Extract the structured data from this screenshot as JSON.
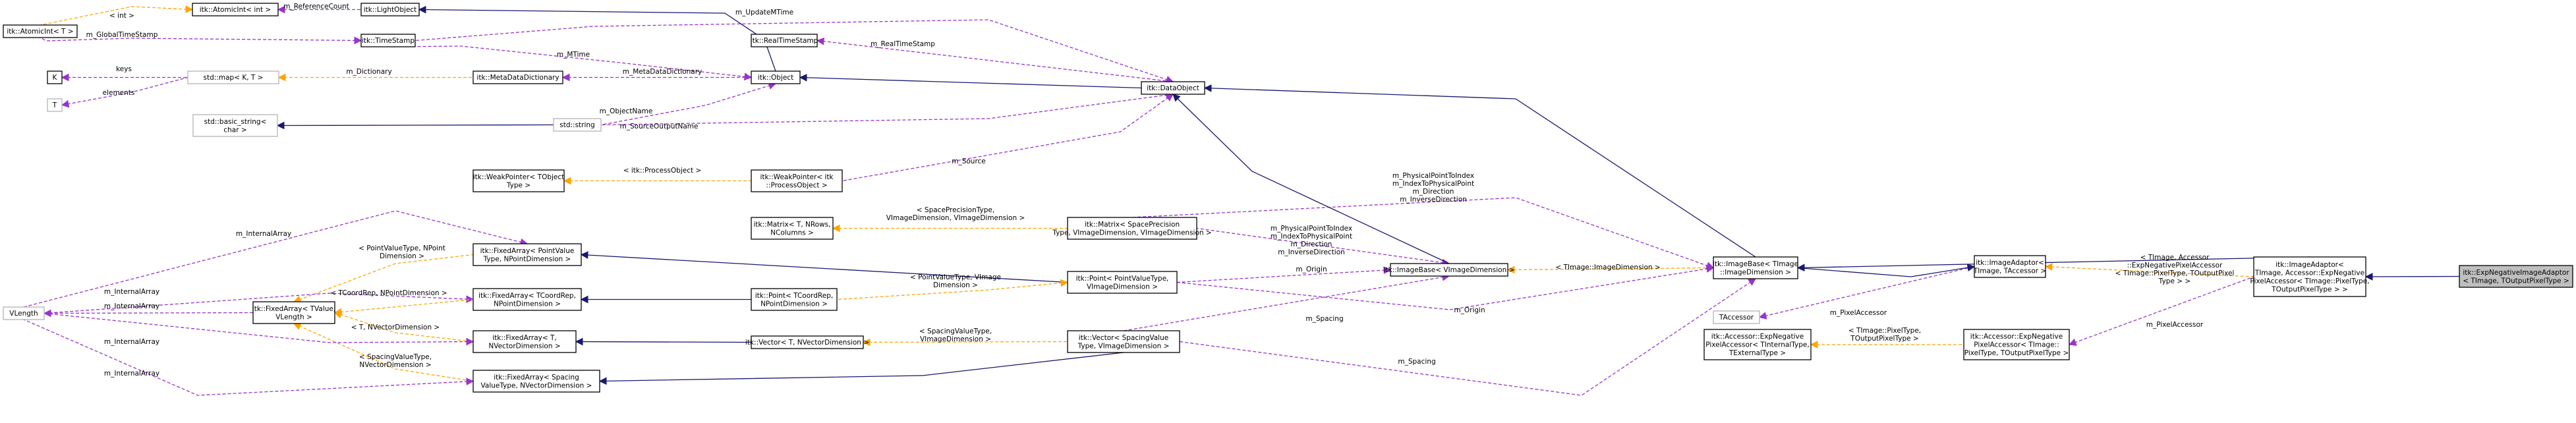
{
  "nodes": [
    {
      "id": "atomicint_int",
      "lines": [
        "itk::AtomicInt< int >"
      ]
    },
    {
      "id": "atomicint_t",
      "lines": [
        "itk::AtomicInt< T >"
      ]
    },
    {
      "id": "lightobject",
      "lines": [
        "itk::LightObject"
      ]
    },
    {
      "id": "timestamp",
      "lines": [
        "itk::TimeStamp"
      ]
    },
    {
      "id": "realtimestamp",
      "lines": [
        "itk::RealTimeStamp"
      ]
    },
    {
      "id": "k_node",
      "lines": [
        "K"
      ]
    },
    {
      "id": "t_node",
      "lines": [
        "T"
      ]
    },
    {
      "id": "std_map",
      "lines": [
        "std::map< K, T >"
      ]
    },
    {
      "id": "metadatadictionary",
      "lines": [
        "itk::MetaDataDictionary"
      ]
    },
    {
      "id": "object",
      "lines": [
        "itk::Object"
      ]
    },
    {
      "id": "dataobject",
      "lines": [
        "itk::DataObject"
      ]
    },
    {
      "id": "std_basic_string",
      "lines": [
        "std::basic_string<",
        "char >"
      ]
    },
    {
      "id": "std_string",
      "lines": [
        "std::string"
      ]
    },
    {
      "id": "weakpointer_t",
      "lines": [
        "itk::WeakPointer< TObject",
        "Type >"
      ]
    },
    {
      "id": "weakpointer_po",
      "lines": [
        "itk::WeakPointer< itk",
        "::ProcessObject >"
      ]
    },
    {
      "id": "matrix_t",
      "lines": [
        "itk::Matrix< T, NRows,",
        "NColumns >"
      ]
    },
    {
      "id": "matrix_sp",
      "lines": [
        "itk::Matrix< SpacePrecision",
        "Type, VImageDimension, VImageDimension >"
      ]
    },
    {
      "id": "fixedarray_pv",
      "lines": [
        "itk::FixedArray< PointValue",
        "Type, NPointDimension >"
      ]
    },
    {
      "id": "fixedarray_tv",
      "lines": [
        "itk::FixedArray< TValue,",
        "VLength >"
      ]
    },
    {
      "id": "fixedarray_tc",
      "lines": [
        "itk::FixedArray< TCoordRep,",
        "NPointDimension >"
      ]
    },
    {
      "id": "fixedarray_t",
      "lines": [
        "itk::FixedArray< T,",
        "NVectorDimension >"
      ]
    },
    {
      "id": "fixedarray_sv",
      "lines": [
        "itk::FixedArray< Spacing",
        "ValueType, NVectorDimension >"
      ]
    },
    {
      "id": "vlength",
      "lines": [
        "VLength"
      ]
    },
    {
      "id": "point_tc",
      "lines": [
        "itk::Point< TCoordRep,",
        "NPointDimension >"
      ]
    },
    {
      "id": "point_pv",
      "lines": [
        "itk::Point< PointValueType,",
        "VImageDimension >"
      ]
    },
    {
      "id": "vector_t",
      "lines": [
        "itk::Vector< T, NVectorDimension >"
      ]
    },
    {
      "id": "vector_sv",
      "lines": [
        "itk::Vector< SpacingValue",
        "Type, VImageDimension >"
      ]
    },
    {
      "id": "imagebase_v",
      "lines": [
        "itk::ImageBase< VImageDimension >"
      ]
    },
    {
      "id": "imagebase_t",
      "lines": [
        "itk::ImageBase< TImage",
        "::ImageDimension >"
      ]
    },
    {
      "id": "taccessor",
      "lines": [
        "TAccessor"
      ]
    },
    {
      "id": "accessor_tt",
      "lines": [
        "itk::Accessor::ExpNegative",
        "PixelAccessor< TInternalType,",
        "TExternalType >"
      ]
    },
    {
      "id": "imageadaptor_ta",
      "lines": [
        "itk::ImageAdaptor<",
        "TImage, TAccessor >"
      ]
    },
    {
      "id": "accessor_ti",
      "lines": [
        "itk::Accessor::ExpNegative",
        "PixelAccessor< TImage::",
        "PixelType, TOutputPixelType >"
      ]
    },
    {
      "id": "imageadaptor_big",
      "lines": [
        "itk::ImageAdaptor<",
        "TImage, Accessor::ExpNegative",
        "PixelAccessor< TImage::PixelType,",
        "TOutputPixelType > >"
      ]
    },
    {
      "id": "expneg",
      "lines": [
        "itk::ExpNegativeImageAdaptor",
        "< TImage, TOutputPixelType >"
      ]
    }
  ],
  "edge_labels": [
    {
      "id": "lbl_int",
      "lines": [
        "< int >"
      ]
    },
    {
      "id": "lbl_refcount",
      "lines": [
        "m_ReferenceCount"
      ]
    },
    {
      "id": "lbl_globalts",
      "lines": [
        "m_GlobalTimeStamp"
      ]
    },
    {
      "id": "lbl_updatemtime",
      "lines": [
        "m_UpdateMTime"
      ]
    },
    {
      "id": "lbl_realts",
      "lines": [
        "m_RealTimeStamp"
      ]
    },
    {
      "id": "lbl_mtime",
      "lines": [
        "m_MTime"
      ]
    },
    {
      "id": "lbl_keys",
      "lines": [
        "keys"
      ]
    },
    {
      "id": "lbl_elements",
      "lines": [
        "elements"
      ]
    },
    {
      "id": "lbl_dictionary",
      "lines": [
        "m_Dictionary"
      ]
    },
    {
      "id": "lbl_metadatadict",
      "lines": [
        "m_MetaDataDictionary"
      ]
    },
    {
      "id": "lbl_objectname",
      "lines": [
        "m_ObjectName"
      ]
    },
    {
      "id": "lbl_sourceoutput",
      "lines": [
        "m_SourceOutputName"
      ]
    },
    {
      "id": "lbl_processobject",
      "lines": [
        "< itk::ProcessObject >"
      ]
    },
    {
      "id": "lbl_source",
      "lines": [
        "m_Source"
      ]
    },
    {
      "id": "lbl_physical_top",
      "lines": [
        "m_PhysicalPointToIndex",
        "m_IndexToPhysicalPoint",
        "m_Direction",
        "m_InverseDirection"
      ]
    },
    {
      "id": "lbl_spaceprec",
      "lines": [
        "< SpacePrecisionType,",
        "VImageDimension, VImageDimension >"
      ]
    },
    {
      "id": "lbl_physical_mid",
      "lines": [
        "m_PhysicalPointToIndex",
        "m_IndexToPhysicalPoint",
        "m_Direction",
        "m_InverseDirection"
      ]
    },
    {
      "id": "lbl_internalarray1",
      "lines": [
        "m_InternalArray"
      ]
    },
    {
      "id": "lbl_pointvaluetype",
      "lines": [
        "< PointValueType, NPoint",
        "Dimension >"
      ]
    },
    {
      "id": "lbl_origin1",
      "lines": [
        "m_Origin"
      ]
    },
    {
      "id": "lbl_timagedim",
      "lines": [
        "< TImage::ImageDimension >"
      ]
    },
    {
      "id": "lbl_internalarray2",
      "lines": [
        "m_InternalArray"
      ]
    },
    {
      "id": "lbl_tcoordrep",
      "lines": [
        "< TCoordRep, NPointDimension >"
      ]
    },
    {
      "id": "lbl_pointvalue_vimg",
      "lines": [
        "< PointValueType, VImage",
        "Dimension >"
      ]
    },
    {
      "id": "lbl_origin2",
      "lines": [
        "m_Origin"
      ]
    },
    {
      "id": "lbl_internalarray3",
      "lines": [
        "m_InternalArray"
      ]
    },
    {
      "id": "lbl_tnvector",
      "lines": [
        "< T, NVectorDimension >"
      ]
    },
    {
      "id": "lbl_spacing1",
      "lines": [
        "m_Spacing"
      ]
    },
    {
      "id": "lbl_pixelaccessor1",
      "lines": [
        "m_PixelAccessor"
      ]
    },
    {
      "id": "lbl_tpixeltype",
      "lines": [
        "< TImage::PixelType,",
        "TOutputPixelType >"
      ]
    },
    {
      "id": "lbl_tacc_tmpl",
      "lines": [
        "< TImage, Accessor",
        "::ExpNegativePixelAccessor",
        "< TImage::PixelType, TOutputPixel",
        "Type > >"
      ]
    },
    {
      "id": "lbl_pixelaccessor2",
      "lines": [
        "m_PixelAccessor"
      ]
    },
    {
      "id": "lbl_internalarray4",
      "lines": [
        "m_InternalArray"
      ]
    },
    {
      "id": "lbl_spacingvaluetype",
      "lines": [
        "< SpacingValueType,",
        "NVectorDimension >"
      ]
    },
    {
      "id": "lbl_internalarray5",
      "lines": [
        "m_InternalArray"
      ]
    },
    {
      "id": "lbl_spacingvalue_vimg",
      "lines": [
        "< SpacingValueType,",
        "VImageDimension >"
      ]
    },
    {
      "id": "lbl_spacing2",
      "lines": [
        "m_Spacing"
      ]
    }
  ],
  "colors": {
    "inheritance": "#191970",
    "usage": "#9a32cd",
    "template": "#ffa500",
    "node_border": "#000000",
    "node_border_external": "#b3b3b3",
    "focus_fill": "#bfbfbf",
    "background": "#ffffff"
  }
}
